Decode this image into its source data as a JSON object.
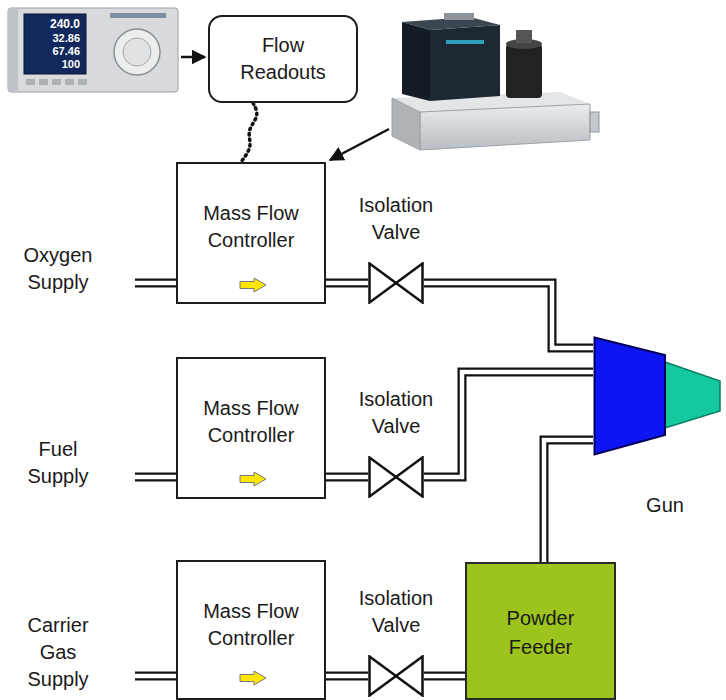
{
  "diagram": {
    "nodes": [
      {
        "text": [
          "Flow Readouts"
        ]
      },
      {
        "text": [
          "Mass Flow Controller"
        ]
      },
      {
        "text": [
          "Isolation Valve"
        ]
      },
      {
        "text": [
          "Mass Flow Controller"
        ]
      },
      {
        "text": [
          "Isolation Valve"
        ]
      },
      {
        "text": [
          "Mass Flow Controller"
        ]
      },
      {
        "text": [
          "Isolation Valve"
        ]
      },
      {
        "text": [
          "Powder Feeder"
        ]
      },
      {
        "text": [
          "Gun"
        ]
      }
    ],
    "edges": [
      {
        "from": 0,
        "to": 1,
        "arrow": "none"
      },
      {
        "from": 1,
        "to": 2,
        "arrow": "none"
      },
      {
        "from": 2,
        "to": 8,
        "arrow": "none"
      },
      {
        "from": 3,
        "to": 4,
        "arrow": "none"
      },
      {
        "from": 4,
        "to": 8,
        "arrow": "none"
      },
      {
        "from": 5,
        "to": 6,
        "arrow": "none"
      },
      {
        "from": 6,
        "to": 7,
        "arrow": "none"
      },
      {
        "from": 7,
        "to": 8,
        "arrow": "none"
      }
    ],
    "labels": [
      "240.0",
      "32.86",
      "67.46",
      "100",
      "Oxygen Supply",
      "Fuel Supply",
      "Carrier Gas Supply"
    ]
  }
}
